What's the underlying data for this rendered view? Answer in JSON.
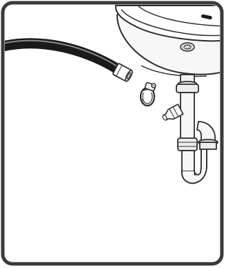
{
  "illustration": {
    "colors": {
      "frame": "#3a3a3a",
      "line": "#2b2b2b",
      "fill_light": "#f7f7f7",
      "fill_mid": "#dcdcdc",
      "fill_dark": "#1a1a1a",
      "hose_highlight": "#8a8a8a"
    },
    "icons": [
      "drain-hose",
      "hose-clamp",
      "sink-basin",
      "sink-trap-pipe",
      "drain-outlet"
    ]
  }
}
